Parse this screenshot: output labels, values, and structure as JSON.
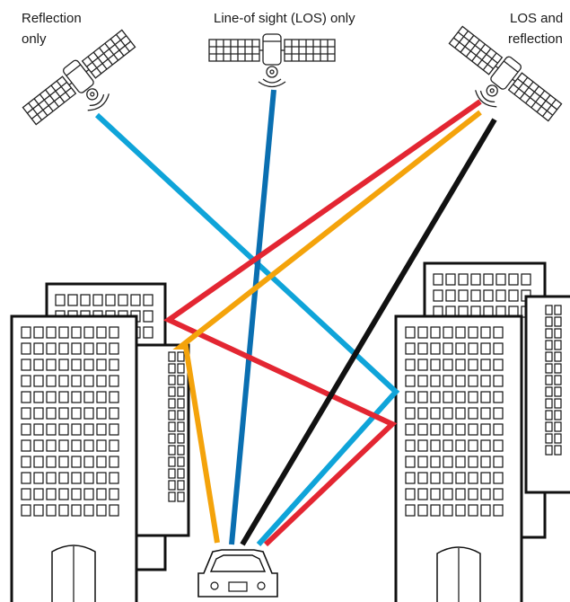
{
  "labels": {
    "reflection_only": [
      "Reflection",
      "only"
    ],
    "los_only": "Line-of sight (LOS) only",
    "los_and_reflection": [
      "LOS and",
      "reflection"
    ]
  },
  "colors": {
    "cyan": "#0fa4d9",
    "blue": "#0a6fb1",
    "red": "#e32632",
    "orange": "#f4a30b",
    "black": "#111111"
  }
}
